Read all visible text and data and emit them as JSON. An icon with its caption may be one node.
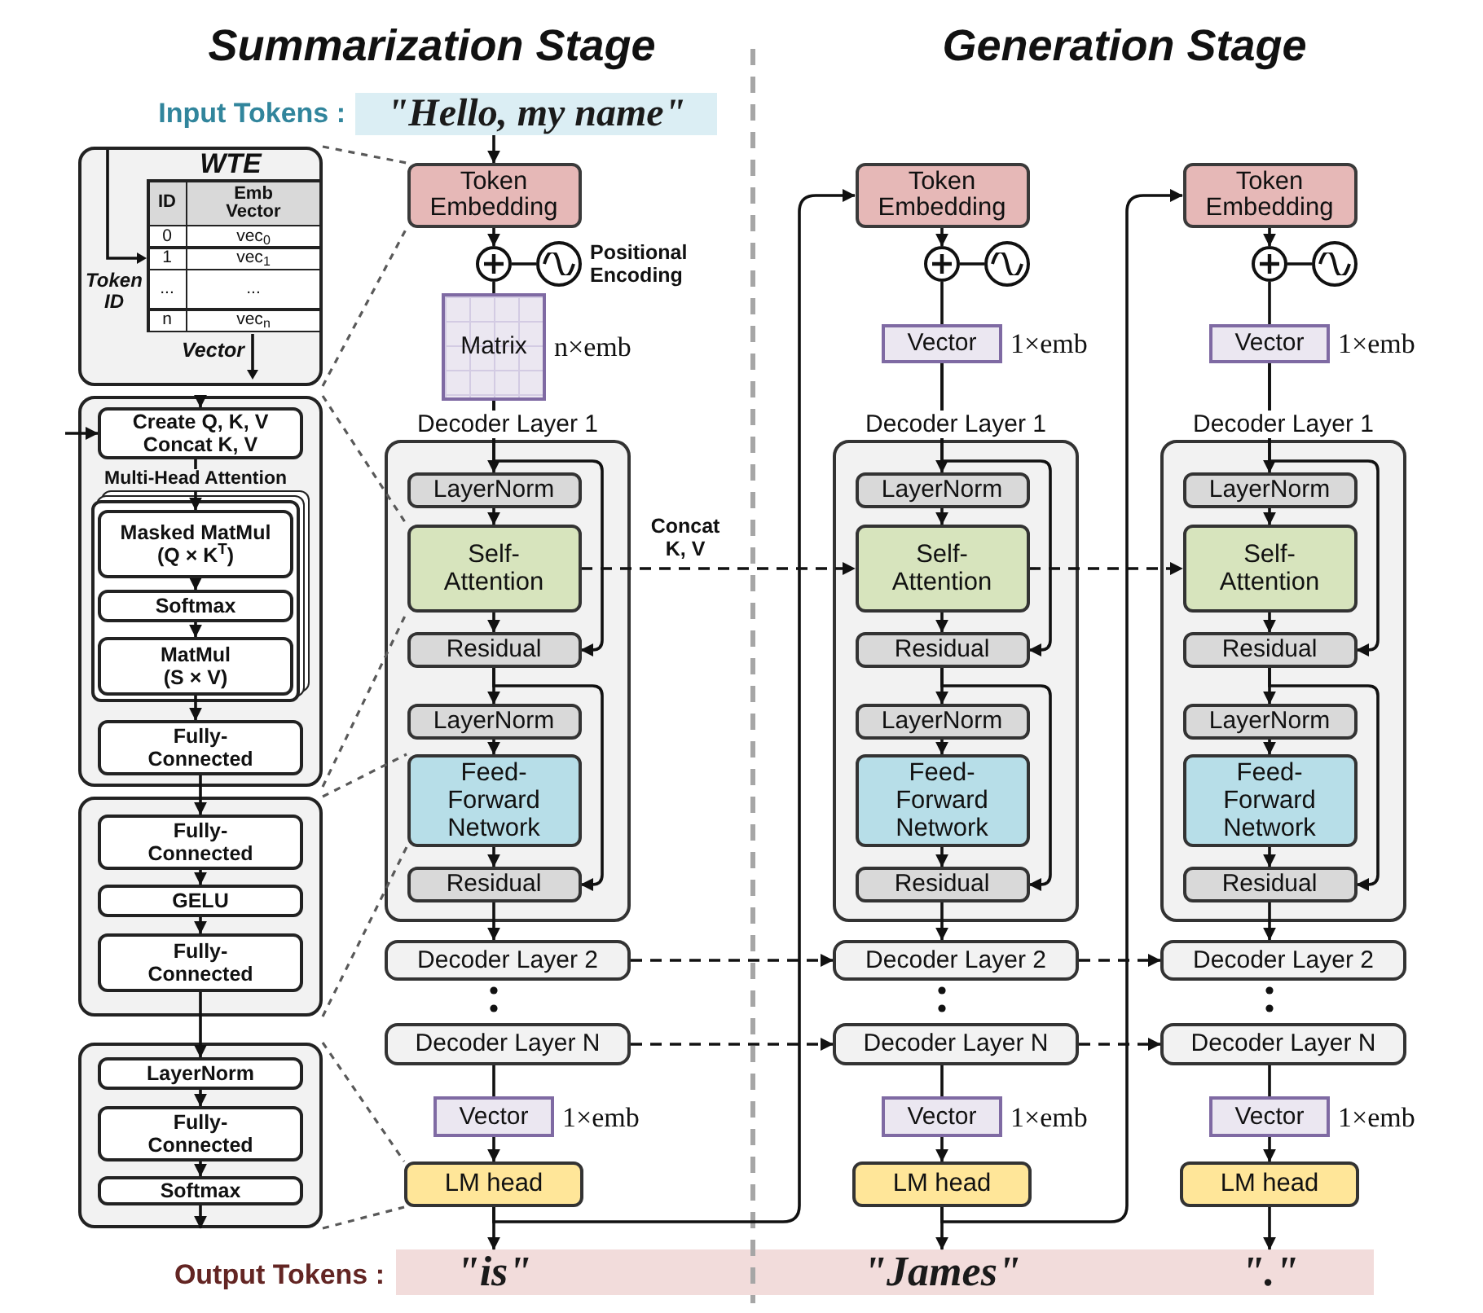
{
  "diagram": {
    "nodes": [
      {
        "text": [
          "\"Hello, my name\""
        ]
      },
      {
        "text": [
          "WTE"
        ]
      },
      {
        "text": [],
        "shape": "box"
      },
      {
        "text": [
          "Create Q, K, V Concat K, V"
        ],
        "in": 2
      },
      {
        "text": [
          "Multi-Head Attention"
        ],
        "in": 2
      },
      {
        "text": [
          "Masked MatMul (Q × K$^{T}$)"
        ],
        "in": 4
      },
      {
        "text": [
          "Softmax"
        ],
        "in": 4
      },
      {
        "text": [
          "MatMul (S × V)"
        ],
        "in": 4
      },
      {
        "text": [
          "Fully-Connected"
        ],
        "in": 2
      },
      {
        "text": [],
        "shape": "box"
      },
      {
        "text": [
          "Fully-Connected"
        ],
        "in": 9
      },
      {
        "text": [
          "GELU"
        ],
        "in": 9
      },
      {
        "text": [
          "Fully-Connected"
        ],
        "in": 9
      },
      {
        "text": [],
        "shape": "box"
      },
      {
        "text": [
          "LayerNorm"
        ],
        "in": 13
      },
      {
        "text": [
          "Fully-Connected"
        ],
        "in": 13
      },
      {
        "text": [
          "Softmax"
        ],
        "in": 13
      },
      {
        "text": [
          "Token Embedding"
        ]
      },
      {
        "text": [],
        "shape": "circle"
      },
      {
        "text": [],
        "shape": "circle",
        "beside": [
          "Positional Encoding"
        ]
      },
      {
        "text": [
          "Matrix"
        ],
        "beside": [
          "n×emb"
        ]
      },
      {
        "text": [
          "Decoder Layer 1"
        ]
      },
      {
        "text": [
          "LayerNorm"
        ],
        "in": 21
      },
      {
        "text": [
          "Self-Attention"
        ],
        "in": 21
      },
      {
        "text": [
          "Residual"
        ],
        "in": 21
      },
      {
        "text": [
          "LayerNorm"
        ],
        "in": 21
      },
      {
        "text": [
          "Feed-Forward Network"
        ],
        "in": 21
      },
      {
        "text": [
          "Residual"
        ],
        "in": 21
      },
      {
        "text": [
          "Decoder Layer 2"
        ]
      },
      {
        "text": [
          "Decoder Layer N"
        ]
      },
      {
        "text": [
          "Vector"
        ],
        "beside": [
          "1×emb"
        ]
      },
      {
        "text": [
          "LM head"
        ]
      },
      {
        "text": [
          "Token Embedding"
        ]
      },
      {
        "text": [],
        "shape": "circle"
      },
      {
        "text": [],
        "shape": "circle"
      },
      {
        "text": [
          "Vector"
        ],
        "beside": [
          "1×emb"
        ]
      },
      {
        "text": [
          "Decoder Layer 1"
        ]
      },
      {
        "text": [
          "LayerNorm"
        ],
        "in": 36
      },
      {
        "text": [
          "Self-Attention"
        ],
        "in": 36
      },
      {
        "text": [
          "Residual"
        ],
        "in": 36
      },
      {
        "text": [
          "LayerNorm"
        ],
        "in": 36
      },
      {
        "text": [
          "Feed-Forward Network"
        ],
        "in": 36
      },
      {
        "text": [
          "Residual"
        ],
        "in": 36
      },
      {
        "text": [
          "Decoder Layer 2"
        ]
      },
      {
        "text": [
          "Decoder Layer N"
        ]
      },
      {
        "text": [
          "Vector"
        ],
        "beside": [
          "1×emb"
        ]
      },
      {
        "text": [
          "LM head"
        ]
      },
      {
        "text": [
          "Token Embedding"
        ]
      },
      {
        "text": [],
        "shape": "circle"
      },
      {
        "text": [],
        "shape": "circle"
      },
      {
        "text": [
          "Vector"
        ],
        "beside": [
          "1×emb"
        ]
      },
      {
        "text": [
          "Decoder Layer 1"
        ]
      },
      {
        "text": [
          "LayerNorm"
        ],
        "in": 51
      },
      {
        "text": [
          "Self-Attention"
        ],
        "in": 51
      },
      {
        "text": [
          "Residual"
        ],
        "in": 51
      },
      {
        "text": [
          "LayerNorm"
        ],
        "in": 51
      },
      {
        "text": [
          "Feed-Forward Network"
        ],
        "in": 51
      },
      {
        "text": [
          "Residual"
        ],
        "in": 51
      },
      {
        "text": [
          "Decoder Layer 2"
        ]
      },
      {
        "text": [
          "Decoder Layer N"
        ]
      },
      {
        "text": [
          "Vector"
        ],
        "beside": [
          "1×emb"
        ]
      },
      {
        "text": [
          "LM head"
        ]
      },
      {
        "text": [],
        "shape": "bar"
      },
      {
        "text": [
          "\"is\""
        ],
        "in": 62
      },
      {
        "text": [
          "\"James\""
        ],
        "in": 62
      },
      {
        "text": [
          "\".\""
        ],
        "in": 62
      }
    ],
    "edges": [
      {
        "from": 0,
        "to": 17,
        "arrow": "to"
      },
      {
        "from": 17,
        "to": 18,
        "arrow": "to"
      },
      {
        "from": 19,
        "to": 18,
        "arrow": "none"
      },
      {
        "from": 18,
        "to": 20,
        "arrow": "none"
      },
      {
        "from": 20,
        "to": 22,
        "arrow": "to"
      },
      {
        "from": 20,
        "to": 24,
        "arrow": "to"
      },
      {
        "from": 22,
        "to": 23,
        "arrow": "to"
      },
      {
        "from": 23,
        "to": 24,
        "arrow": "to"
      },
      {
        "from": 24,
        "to": 25,
        "arrow": "to"
      },
      {
        "from": 24,
        "to": 27,
        "arrow": "to"
      },
      {
        "from": 25,
        "to": 26,
        "arrow": "to"
      },
      {
        "from": 26,
        "to": 27,
        "arrow": "to"
      },
      {
        "from": 27,
        "to": 28,
        "arrow": "to"
      },
      {
        "from": 29,
        "to": 30,
        "arrow": "none"
      },
      {
        "from": 30,
        "to": 31,
        "arrow": "to"
      },
      {
        "from": 31,
        "to": 63,
        "arrow": "to"
      },
      {
        "from": 31,
        "to": 32,
        "arrow": "to"
      },
      {
        "from": 23,
        "to": 38,
        "arrow": "to",
        "label": "Concat K, V",
        "style": "dashed"
      },
      {
        "from": 28,
        "to": 43,
        "arrow": "to",
        "style": "dashed"
      },
      {
        "from": 29,
        "to": 44,
        "arrow": "to",
        "style": "dashed"
      },
      {
        "from": 32,
        "to": 33,
        "arrow": "to"
      },
      {
        "from": 34,
        "to": 33,
        "arrow": "none"
      },
      {
        "from": 33,
        "to": 35,
        "arrow": "none"
      },
      {
        "from": 35,
        "to": 37,
        "arrow": "to"
      },
      {
        "from": 35,
        "to": 39,
        "arrow": "to"
      },
      {
        "from": 37,
        "to": 38,
        "arrow": "to"
      },
      {
        "from": 38,
        "to": 39,
        "arrow": "to"
      },
      {
        "from": 39,
        "to": 40,
        "arrow": "to"
      },
      {
        "from": 39,
        "to": 42,
        "arrow": "to"
      },
      {
        "from": 40,
        "to": 41,
        "arrow": "to"
      },
      {
        "from": 41,
        "to": 42,
        "arrow": "to"
      },
      {
        "from": 42,
        "to": 43,
        "arrow": "to"
      },
      {
        "from": 44,
        "to": 45,
        "arrow": "none"
      },
      {
        "from": 45,
        "to": 46,
        "arrow": "to"
      },
      {
        "from": 46,
        "to": 64,
        "arrow": "to"
      },
      {
        "from": 46,
        "to": 47,
        "arrow": "to"
      },
      {
        "from": 38,
        "to": 53,
        "arrow": "to",
        "style": "dashed"
      },
      {
        "from": 43,
        "to": 58,
        "arrow": "to",
        "style": "dashed"
      },
      {
        "from": 44,
        "to": 59,
        "arrow": "to",
        "style": "dashed"
      },
      {
        "from": 47,
        "to": 48,
        "arrow": "to"
      },
      {
        "from": 49,
        "to": 48,
        "arrow": "none"
      },
      {
        "from": 48,
        "to": 50,
        "arrow": "none"
      },
      {
        "from": 50,
        "to": 52,
        "arrow": "to"
      },
      {
        "from": 50,
        "to": 54,
        "arrow": "to"
      },
      {
        "from": 52,
        "to": 53,
        "arrow": "to"
      },
      {
        "from": 53,
        "to": 54,
        "arrow": "to"
      },
      {
        "from": 54,
        "to": 55,
        "arrow": "to"
      },
      {
        "from": 54,
        "to": 57,
        "arrow": "to"
      },
      {
        "from": 55,
        "to": 56,
        "arrow": "to"
      },
      {
        "from": 56,
        "to": 57,
        "arrow": "to"
      },
      {
        "from": 57,
        "to": 58,
        "arrow": "to"
      },
      {
        "from": 59,
        "to": 60,
        "arrow": "none"
      },
      {
        "from": 60,
        "to": 61,
        "arrow": "to"
      },
      {
        "from": 61,
        "to": 65,
        "arrow": "to"
      },
      {
        "from": null,
        "to": 3,
        "arrow": "to"
      },
      {
        "from": null,
        "to": 3,
        "arrow": "to"
      },
      {
        "from": 3,
        "to": 5,
        "arrow": "to"
      },
      {
        "from": 5,
        "to": 6,
        "arrow": "to"
      },
      {
        "from": 6,
        "to": 7,
        "arrow": "to"
      },
      {
        "from": 7,
        "to": 8,
        "arrow": "to"
      },
      {
        "from": 8,
        "to": 10,
        "arrow": "to"
      },
      {
        "from": 10,
        "to": 11,
        "arrow": "to"
      },
      {
        "from": 11,
        "to": 12,
        "arrow": "to"
      },
      {
        "from": 12,
        "to": 14,
        "arrow": "to"
      },
      {
        "from": 14,
        "to": 15,
        "arrow": "to"
      },
      {
        "from": 15,
        "to": 16,
        "arrow": "to"
      },
      {
        "from": 16,
        "to": 13,
        "arrow": "to"
      },
      {
        "from": 1,
        "to": 17,
        "arrow": "none",
        "style": "dashed",
        "color": "#595959"
      },
      {
        "from": 2,
        "to": 23,
        "arrow": "none",
        "style": "dashed",
        "color": "#595959"
      },
      {
        "from": 9,
        "to": 26,
        "arrow": "none",
        "style": "dashed",
        "color": "#595959"
      },
      {
        "from": 13,
        "to": 31,
        "arrow": "none",
        "style": "dashed",
        "color": "#595959"
      },
      {
        "from": 1,
        "to": 17,
        "arrow": "none",
        "style": "dashed",
        "color": "#595959"
      },
      {
        "from": 2,
        "to": 23,
        "arrow": "none",
        "style": "dashed",
        "color": "#595959"
      },
      {
        "from": 9,
        "to": 26,
        "arrow": "none",
        "style": "dashed",
        "color": "#595959"
      },
      {
        "from": 13,
        "to": 31,
        "arrow": "none",
        "style": "dashed",
        "color": "#595959"
      }
    ],
    "labels": [
      "Summarization Stage",
      "Generation Stage",
      "Input Tokens :",
      "ID",
      "Emb Vector",
      "0",
      "vec$_{0}$",
      "1",
      "vec$_{1}$",
      "...",
      "...",
      "n",
      "vec$_{n}$",
      "Token ID",
      "Vector",
      "Output Tokens :"
    ]
  }
}
